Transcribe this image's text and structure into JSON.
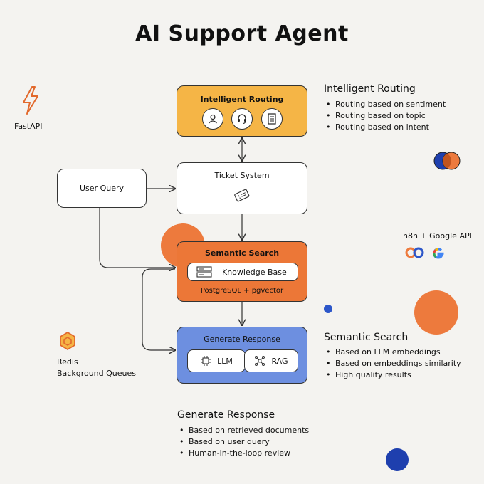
{
  "title": "AI Support Agent",
  "nodes": {
    "routing": {
      "title": "Intelligent Routing",
      "icons": [
        "user-icon",
        "headset-icon",
        "document-icon"
      ]
    },
    "ticket": {
      "title": "Ticket System",
      "icon": "ticket-icon"
    },
    "query": {
      "title": "User Query"
    },
    "search": {
      "title": "Semantic Search",
      "kb_label": "Knowledge Base",
      "db_label": "PostgreSQL + pgvector"
    },
    "generate": {
      "title": "Generate Response",
      "llm_label": "LLM",
      "rag_label": "RAG"
    }
  },
  "left_labels": {
    "fastapi": "FastAPI",
    "redis_line1": "Redis",
    "redis_line2": "Background Queues"
  },
  "right_labels": {
    "integrations": "n8n + Google API"
  },
  "sections": {
    "routing": {
      "heading": "Intelligent Routing",
      "items": [
        "Routing based on sentiment",
        "Routing based on topic",
        "Routing based on intent"
      ]
    },
    "search": {
      "heading": "Semantic Search",
      "items": [
        "Based on LLM embeddings",
        "Based on embeddings similarity",
        "High quality results"
      ]
    },
    "generate": {
      "heading": "Generate Response",
      "items": [
        "Based on retrieved documents",
        "Based on user query",
        "Human-in-the-loop review"
      ]
    }
  },
  "colors": {
    "background": "#f4f3f0",
    "routing": "#f5b546",
    "search": "#ec7737",
    "generate": "#6d8fe0",
    "ticket": "#ffffff",
    "accent_orange": "#ed7a3d",
    "accent_blue": "#1e3fae"
  }
}
